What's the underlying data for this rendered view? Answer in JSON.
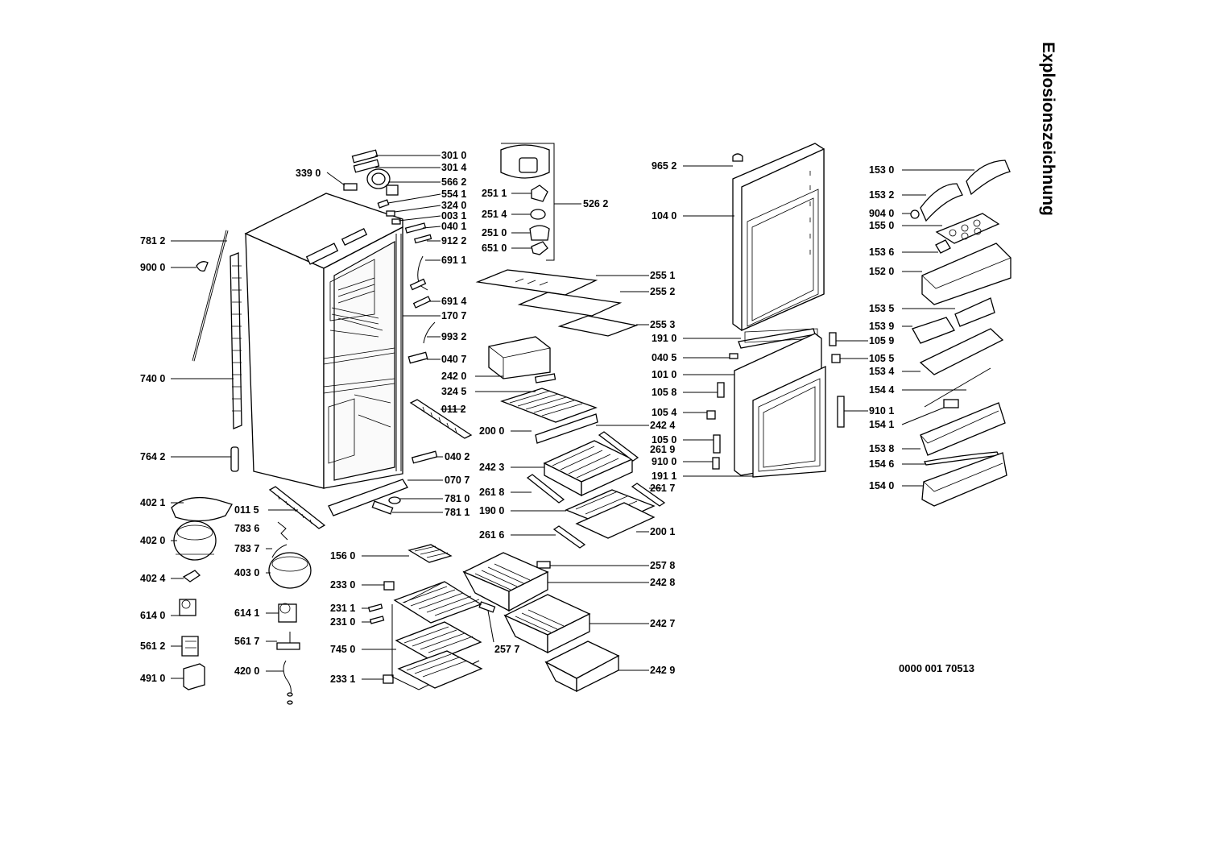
{
  "title": "Explosionszeichnung",
  "document_number": "0000 001 70513",
  "labels": {
    "p3010": "301 0",
    "p3014": "301 4",
    "p3390": "339 0",
    "p5662": "566 2",
    "p5541": "554 1",
    "p3240": "324 0",
    "p0031": "003 1",
    "p0401": "040 1",
    "p7812": "781 2",
    "p9122": "912 2",
    "p9000": "900 0",
    "p6911": "691 1",
    "p6914": "691 4",
    "p1707": "170 7",
    "p9932": "993 2",
    "p0407": "040 7",
    "p7400": "740 0",
    "p0112": "011 2",
    "p7642": "764 2",
    "p0402": "040 2",
    "p0707": "070 7",
    "p7810": "781 0",
    "p4021": "402 1",
    "p0115": "011 5",
    "p7811": "781 1",
    "p7836": "783 6",
    "p4020": "402 0",
    "p7837": "783 7",
    "p4030": "403 0",
    "p4024": "402 4",
    "p6140": "614 0",
    "p6141": "614 1",
    "p5612": "561 2",
    "p5617": "561 7",
    "p4910": "491 0",
    "p4200": "420 0",
    "p2511": "251 1",
    "p2514": "251 4",
    "p2510": "251 0",
    "p6510": "651 0",
    "p5262": "526 2",
    "p2551": "255 1",
    "p2552": "255 2",
    "p2553": "255 3",
    "p2420": "242 0",
    "p3245": "324 5",
    "p2000": "200 0",
    "p2424": "242 4",
    "p2423": "242 3",
    "p2618": "261 8",
    "p2617": "261 7",
    "p1900": "190 0",
    "p2616": "261 6",
    "p2001": "200 1",
    "p1560": "156 0",
    "p2578": "257 8",
    "p2330": "233 0",
    "p2428": "242 8",
    "p2311": "231 1",
    "p2310": "231 0",
    "p2427": "242 7",
    "p7450": "745 0",
    "p2577": "257 7",
    "p2331": "233 1",
    "p2429": "242 9",
    "p9652": "965 2",
    "p1040": "104 0",
    "p1910": "191 0",
    "p0405": "040 5",
    "p1010": "101 0",
    "p1058": "105 8",
    "p1054": "105 4",
    "p1050": "105 0",
    "p2619": "261 9",
    "p9100": "910 0",
    "p1911": "191 1",
    "p1530": "153 0",
    "p1532": "153 2",
    "p9040": "904 0",
    "p1550": "155 0",
    "p1536": "153 6",
    "p1520": "152 0",
    "p1535": "153 5",
    "p1539": "153 9",
    "p1059": "105 9",
    "p1055": "105 5",
    "p1534": "153 4",
    "p1544": "154 4",
    "p9101": "910 1",
    "p1541": "154 1",
    "p1538": "153 8",
    "p1546": "154 6",
    "p1540": "154 0"
  }
}
